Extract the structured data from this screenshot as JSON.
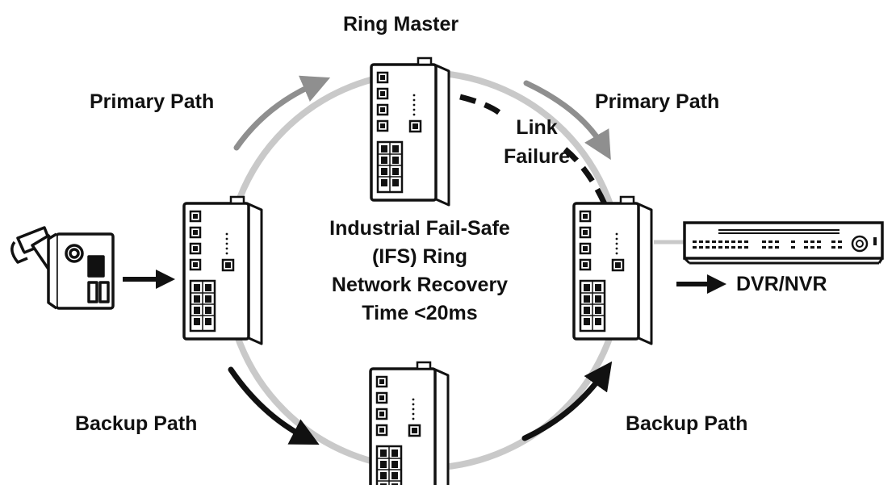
{
  "labels": {
    "ring_master": "Ring Master",
    "primary_path_left": "Primary Path",
    "primary_path_right": "Primary Path",
    "link_failure_line1": "Link",
    "link_failure_line2": "Failure",
    "backup_path_left": "Backup Path",
    "backup_path_right": "Backup Path",
    "dvr_nvr": "DVR/NVR"
  },
  "center_text": {
    "line1": "Industrial Fail-Safe",
    "line2": "(IFS) Ring",
    "line3": "Network Recovery",
    "line4": "Time <20ms"
  },
  "devices": {
    "switches": [
      "switch-top-ring-master",
      "switch-left",
      "switch-right",
      "switch-bottom"
    ],
    "camera_icon": "cctv-camera-icon",
    "recorder_icon": "dvr-nvr-recorder-icon"
  },
  "colors": {
    "ring": "#c9c9c9",
    "primary_arrow": "#8f8f8f",
    "backup_arrow": "#111111",
    "link_failure": "#111111"
  }
}
